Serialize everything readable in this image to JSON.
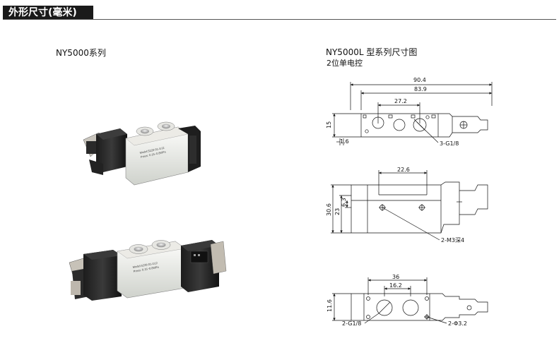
{
  "header": {
    "section_title": "外形尺寸(毫米)"
  },
  "left": {
    "series_title": "NY5000系列"
  },
  "right": {
    "diagram_title": "NY5000L 型系列尺寸图",
    "subtitle": "2位单电控"
  },
  "dims": {
    "top_view": {
      "overall": "90.4",
      "body": "83.9",
      "port_pitch": "27.2",
      "height": "15",
      "offset": "1.6",
      "port": "3-G1/8"
    },
    "side_view": {
      "width": "22.6",
      "height": "30.6",
      "body_height": "23",
      "small": "6.3",
      "mount": "2-M3深4"
    },
    "bottom_view": {
      "width": "36",
      "pitch": "16.2",
      "height": "11.6",
      "port": "2-G1/8",
      "hole": "2-Φ3.2"
    }
  },
  "product": {
    "label_top": "Model:5220-01-G12",
    "label_pressure": "Press: 0.15~0.8MPa"
  }
}
